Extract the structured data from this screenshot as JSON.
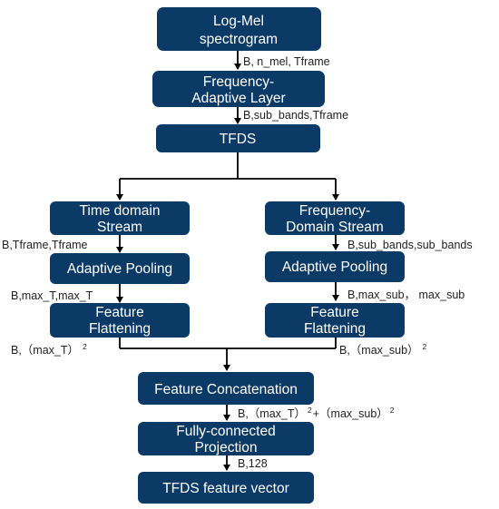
{
  "colors": {
    "box_fill": "#0c3a66",
    "box_text": "#ffffff",
    "line": "#000000",
    "label_text": "#222222"
  },
  "boxes": {
    "logmel": [
      "Log-Mel",
      "spectrogram"
    ],
    "freqadapt": [
      "Frequency-",
      "Adaptive Layer"
    ],
    "tfds": [
      "TFDS"
    ],
    "timestream": [
      "Time domain",
      "Stream"
    ],
    "freqstream": [
      "Frequency-",
      "Domain Stream"
    ],
    "pool_left": [
      "Adaptive Pooling"
    ],
    "pool_right": [
      "Adaptive Pooling"
    ],
    "flat_left": [
      "Feature",
      "Flattening"
    ],
    "flat_right": [
      "Feature",
      "Flattening"
    ],
    "concat": [
      "Feature Concatenation"
    ],
    "fc": [
      "Fully-connected",
      "Projection"
    ],
    "vector": [
      "TFDS feature vector"
    ]
  },
  "labels": {
    "shape_logmel": "B, n_mel, Tframe",
    "shape_freqadapt": "B,sub_bands,Tframe",
    "shape_time": "B,Tframe,Tframe",
    "shape_freq": "B,sub_bands,sub_bands",
    "shape_pool_left": "B,max_T,max_T",
    "shape_pool_right": "B,max_sub， max_sub",
    "shape_flat_left": "B,（max_T）",
    "shape_flat_left_exp": "2",
    "shape_flat_right": "B,（max_sub）",
    "shape_flat_right_exp": "2",
    "shape_concat_a": "B,（max_T）",
    "shape_concat_a_exp": "2",
    "shape_concat_b": "+（max_sub）",
    "shape_concat_b_exp": "2",
    "shape_fc": "B,128"
  }
}
